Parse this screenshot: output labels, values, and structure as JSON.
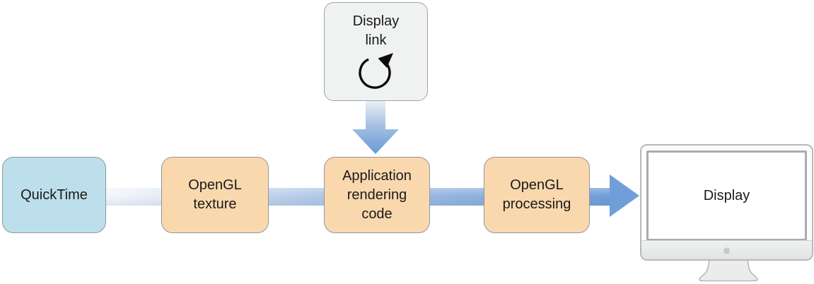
{
  "nodes": {
    "quicktime": {
      "label": "QuickTime"
    },
    "opengl_texture": {
      "label": "OpenGL\ntexture"
    },
    "app_rendering": {
      "label": "Application\nrendering\ncode"
    },
    "opengl_processing": {
      "label": "OpenGL\nprocessing"
    },
    "display_link": {
      "label": "Display\nlink"
    },
    "display": {
      "label": "Display"
    }
  },
  "edges": [
    {
      "from": "quicktime",
      "to": "opengl_texture"
    },
    {
      "from": "opengl_texture",
      "to": "app_rendering"
    },
    {
      "from": "app_rendering",
      "to": "opengl_processing"
    },
    {
      "from": "opengl_processing",
      "to": "display"
    },
    {
      "from": "display_link",
      "to": "app_rendering"
    }
  ],
  "icons": {
    "display_link": "circular-arrow-icon",
    "display": "imac-monitor-icon",
    "chin_logo": "apple-logo-icon"
  },
  "colors": {
    "quicktime_fill": "#bddfec",
    "process_fill": "#fad8ae",
    "display_link_fill": "#f0f2f2",
    "box_border": "#8f979b",
    "flow_gradient_start": "#f3f7fb",
    "flow_gradient_end": "#6f9ed8",
    "arrow_blue": "#6f9ed8"
  }
}
